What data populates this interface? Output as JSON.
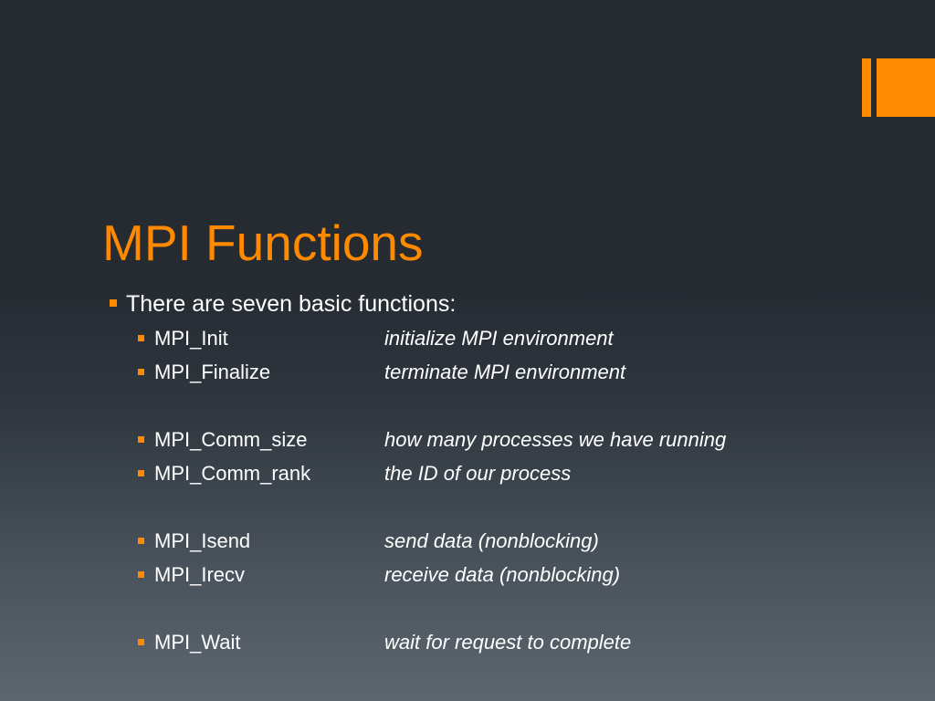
{
  "theme": {
    "accent_color": "#ff8a00",
    "text_color": "#ffffff"
  },
  "slide": {
    "title": "MPI Functions",
    "bullet": "There are seven basic functions:",
    "rows": [
      {
        "name": "MPI_Init",
        "desc": "initialize MPI environment"
      },
      {
        "name": "MPI_Finalize",
        "desc": "terminate MPI environment"
      },
      null,
      {
        "name": "MPI_Comm_size",
        "desc": "how many processes we have running"
      },
      {
        "name": "MPI_Comm_rank",
        "desc": "the ID of our process"
      },
      null,
      {
        "name": "MPI_Isend",
        "desc": "send data (nonblocking)"
      },
      {
        "name": "MPI_Irecv",
        "desc": "receive data (nonblocking)"
      },
      null,
      {
        "name": "MPI_Wait",
        "desc": "wait for request to complete"
      }
    ]
  }
}
